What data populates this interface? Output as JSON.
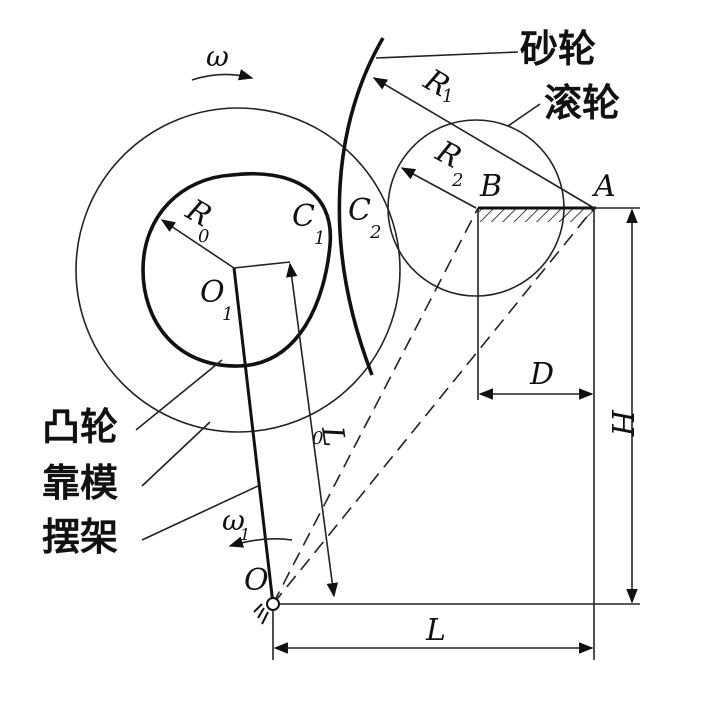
{
  "components": {
    "grinding_wheel": "砂轮",
    "roller": "滚轮",
    "cam": "凸轮",
    "master_template": "靠模",
    "swing_frame": "摆架"
  },
  "symbols": {
    "omega": "ω",
    "omega1": "ω",
    "omega1_sub": "1",
    "R0": "R",
    "R0_sub": "0",
    "R1": "R",
    "R1_sub": "1",
    "R2": "R",
    "R2_sub": "2",
    "C1": "C",
    "C1_sub": "1",
    "C2": "C",
    "C2_sub": "2",
    "O1": "O",
    "O1_sub": "1",
    "O": "O",
    "B": "B",
    "A": "A",
    "D": "D",
    "H": "H",
    "L": "L",
    "L0": "L",
    "L0_sub": "0"
  }
}
